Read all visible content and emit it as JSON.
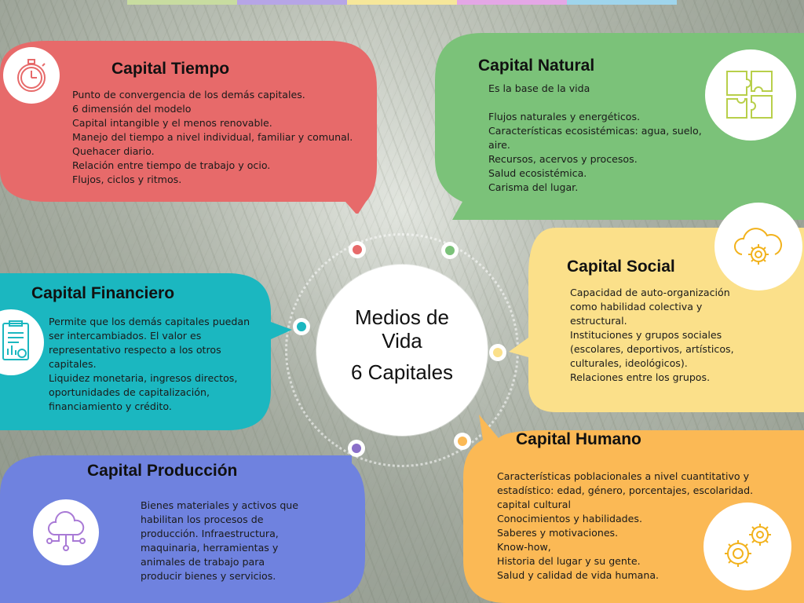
{
  "colors": {
    "tiempo": "#e76a6a",
    "natural": "#7bc279",
    "social": "#fbe08a",
    "financiero": "#1bb7c0",
    "produccion": "#6f82df",
    "humano": "#fbb955"
  },
  "center": {
    "line1": "Medios de",
    "line2": "Vida",
    "line3": "6 Capitales"
  },
  "tiempo": {
    "title": "Capital Tiempo",
    "icon": "stopwatch-icon",
    "lines": [
      "Punto de convergencia de los demás capitales.",
      "6 dimensión del modelo",
      "Capital intangible y el menos renovable.",
      "Manejo del tiempo a nivel individual, familiar y comunal.",
      "Quehacer diario.",
      "Relación entre tiempo de trabajo y ocio.",
      "Flujos, ciclos y ritmos."
    ]
  },
  "natural": {
    "title": "Capital Natural",
    "icon": "puzzle-icon",
    "lines": [
      "Es la base de la vida",
      "",
      "Flujos naturales y energéticos.",
      "Características  ecosistémicas:  agua,  suelo,",
      "aire.",
      "Recursos, acervos y procesos.",
      "Salud ecosistémica.",
      "Carisma del lugar."
    ]
  },
  "social": {
    "title": "Capital Social",
    "icon": "cloud-gear-icon",
    "lines": [
      "Capacidad de auto-organización",
      "como habilidad colectiva y",
      "estructural.",
      "Instituciones y grupos sociales",
      "(escolares, deportivos, artísticos,",
      "culturales, ideológicos).",
      "Relaciones entre los grupos."
    ]
  },
  "financiero": {
    "title": "Capital Financiero",
    "icon": "financial-report-icon",
    "lines": [
      " Permite que los demás capitales puedan",
      "ser intercambiados. El valor es",
      "representativo respecto a los otros",
      "capitales.",
      "Liquidez monetaria, ingresos directos,",
      "oportunidades de capitalización,",
      "financiamiento y crédito."
    ]
  },
  "produccion": {
    "title": "Capital Producción",
    "icon": "cloud-network-icon",
    "lines": [
      " Bienes materiales y activos que",
      "habilitan los procesos de",
      "producción. Infraestructura,",
      "maquinaria, herramientas y",
      "animales de trabajo para",
      "producir bienes y servicios."
    ]
  },
  "humano": {
    "title": "Capital Humano",
    "icon": "gears-icon",
    "lines": [
      "Características poblacionales a nivel cuantitativo y",
      "estadístico: edad, género, porcentajes, escolaridad.",
      "capital cultural",
      "Conocimientos y habilidades.",
      "Saberes y motivaciones.",
      "Know-how,",
      "Historia del lugar y su gente.",
      "Salud y calidad de vida humana."
    ]
  }
}
